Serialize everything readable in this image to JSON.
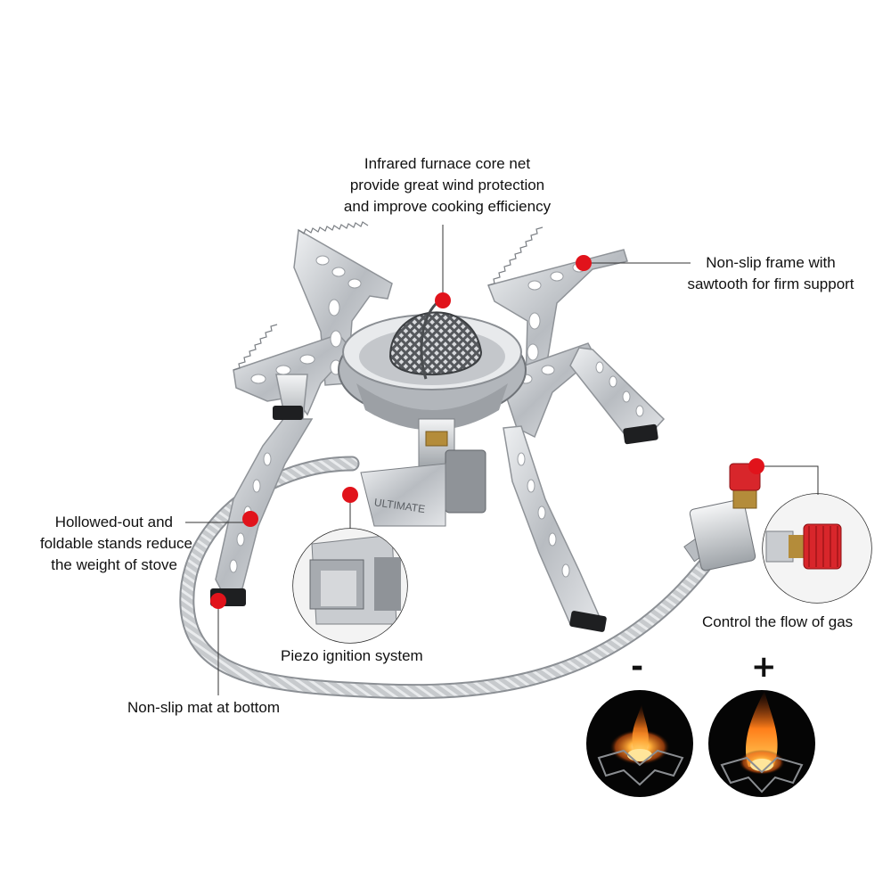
{
  "callouts": {
    "core_net": {
      "lines": [
        "Infrared furnace core net",
        "provide great wind protection",
        "and improve cooking efficiency"
      ]
    },
    "frame": {
      "lines": [
        "Non-slip frame with",
        "sawtooth for firm support"
      ]
    },
    "stands": {
      "lines": [
        "Hollowed-out and",
        "foldable stands reduce",
        "the weight of stove"
      ]
    },
    "piezo": {
      "text": "Piezo ignition system"
    },
    "gas": {
      "text": "Control the flow of gas"
    },
    "mat": {
      "text": "Non-slip mat at bottom"
    }
  },
  "flame_signs": {
    "minus": "-",
    "plus": "+"
  },
  "brand_mark": "ULTIMATE",
  "colors": {
    "dot": "#e1131b",
    "leader": "#333333",
    "steel": "#c9ccd0",
    "steel_dark": "#7f8388",
    "valve": "#d8262b",
    "flame_bg": "#050505",
    "flame": "#ff8a1c"
  },
  "icons": [
    "marker-dot",
    "leader-line",
    "zoom-circle",
    "flame-circle"
  ]
}
